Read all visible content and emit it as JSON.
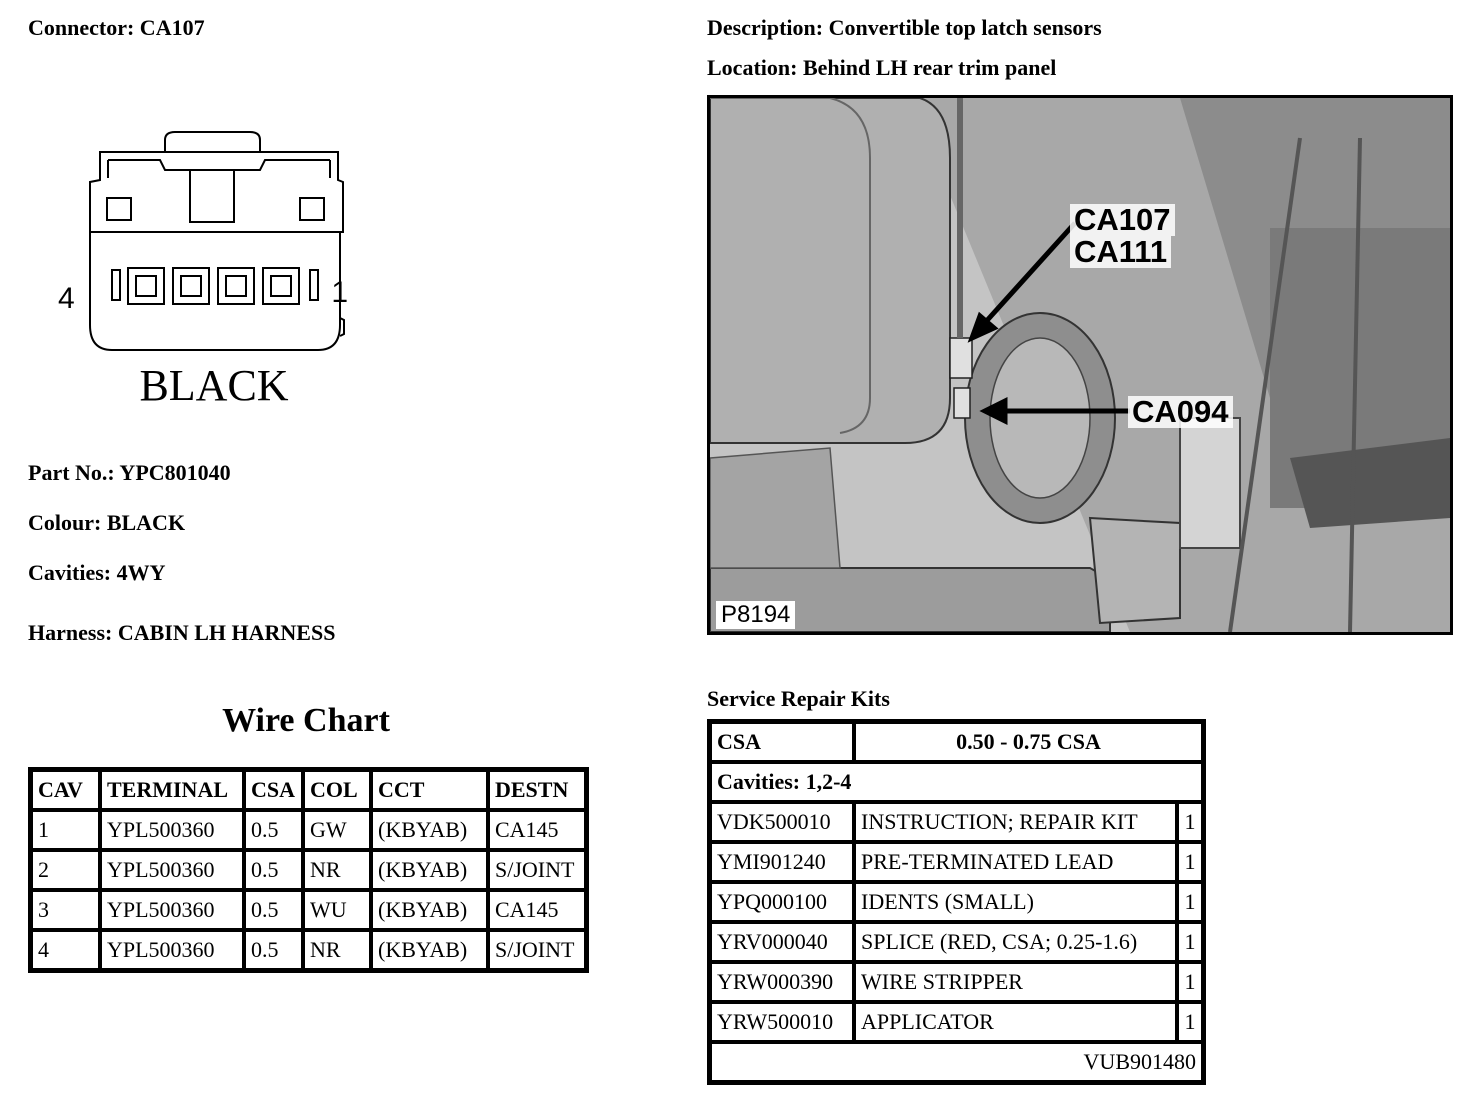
{
  "header": {
    "connector": "Connector: CA107",
    "description": "Description: Convertible top latch sensors",
    "location": "Location: Behind LH rear trim panel"
  },
  "connector_diagram": {
    "pin_left": "4",
    "pin_right": "1",
    "colour_label": "BLACK"
  },
  "specs": {
    "part_no": "Part No.: YPC801040",
    "colour": "Colour: BLACK",
    "cavities": "Cavities: 4WY",
    "harness": "Harness: CABIN LH HARNESS"
  },
  "photo": {
    "callout_1": "CA107",
    "callout_2": "CA111",
    "callout_3": "CA094",
    "ref": "P8194"
  },
  "wire_chart": {
    "title": "Wire Chart",
    "headers": [
      "CAV",
      "TERMINAL",
      "CSA",
      "COL",
      "CCT",
      "DESTN"
    ],
    "rows": [
      [
        "1",
        "YPL500360",
        "0.5",
        "GW",
        "(KBYAB)",
        "CA145"
      ],
      [
        "2",
        "YPL500360",
        "0.5",
        "NR",
        "(KBYAB)",
        "S/JOINT"
      ],
      [
        "3",
        "YPL500360",
        "0.5",
        "WU",
        "(KBYAB)",
        "CA145"
      ],
      [
        "4",
        "YPL500360",
        "0.5",
        "NR",
        "(KBYAB)",
        "S/JOINT"
      ]
    ]
  },
  "repair_kits": {
    "title": "Service Repair Kits",
    "csa_label": "CSA",
    "csa_value": "0.50 - 0.75 CSA",
    "cavities": "Cavities: 1,2-4",
    "items": [
      [
        "VDK500010",
        "INSTRUCTION; REPAIR KIT",
        "1"
      ],
      [
        "YMI901240",
        "PRE-TERMINATED LEAD",
        "1"
      ],
      [
        "YPQ000100",
        "IDENTS (SMALL)",
        "1"
      ],
      [
        "YRV000040",
        "SPLICE (RED, CSA; 0.25-1.6)",
        "1"
      ],
      [
        "YRW000390",
        "WIRE STRIPPER",
        "1"
      ],
      [
        "YRW500010",
        "APPLICATOR",
        "1"
      ]
    ],
    "kit_number": "VUB901480"
  }
}
